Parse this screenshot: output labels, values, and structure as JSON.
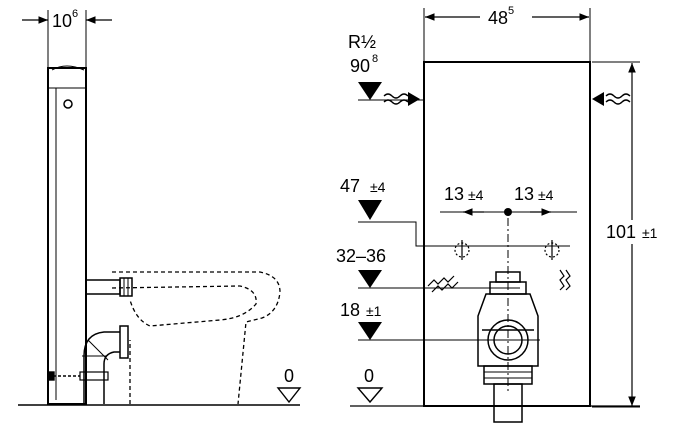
{
  "side_view": {
    "depth_dim": "10",
    "depth_dim_sup": "6",
    "floor_level": "0"
  },
  "front_view": {
    "width_dim": "48",
    "width_dim_sup": "5",
    "water_connection_thread": "R½",
    "water_connection_height": "90",
    "water_connection_height_sup": "8",
    "height_dim": "101",
    "height_dim_tol": "±1",
    "fixing_height": "47",
    "fixing_height_tol": "±4",
    "fixing_offset_left": "13",
    "fixing_offset_left_tol": "±4",
    "fixing_offset_right": "13",
    "fixing_offset_right_tol": "±4",
    "drain_height_range": "32–36",
    "drain_center_height": "18",
    "drain_center_height_tol": "±1",
    "floor_level": "0"
  }
}
